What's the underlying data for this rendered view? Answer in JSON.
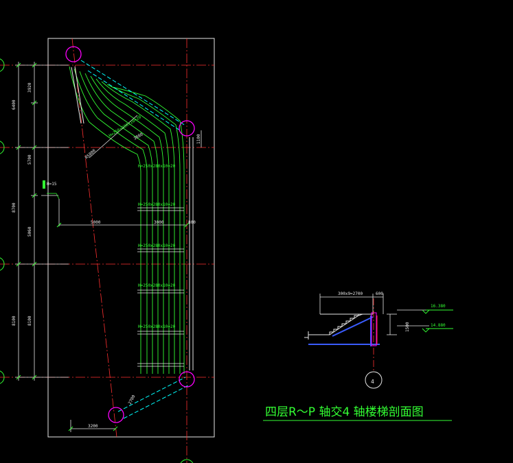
{
  "drawing": {
    "title": "四层R～P 轴交4 轴楼梯剖面图",
    "axis_label": "4",
    "section_dims": {
      "run": "300x9=2700",
      "landing": "600",
      "rise": "1500"
    },
    "levels": {
      "upper": "16.380",
      "lower": "14.880"
    }
  },
  "plan": {
    "left_dims": [
      "3920",
      "6400",
      "5700",
      "8700",
      "5060",
      "8100",
      "8100"
    ],
    "right_dims": [
      "1100",
      "800"
    ],
    "bottom_dims": [
      "3200",
      "2700"
    ],
    "inner_dims": [
      "5000",
      "3000",
      "R5800",
      "3880",
      "H=15"
    ],
    "step_notes": [
      "H=250x280x10=20",
      "H=250x280x10=20",
      "H=250x280x10=20",
      "H=250x280x10=20",
      "H=250x280x10=20",
      "H=250x280x10=20"
    ],
    "colors": {
      "background": "#000000",
      "axis": "#ff3030",
      "stair": "#33ff33",
      "beam": "#00ffff",
      "node": "#ff00ff",
      "white": "#e8e8e8",
      "blue": "#3a5cff"
    }
  }
}
